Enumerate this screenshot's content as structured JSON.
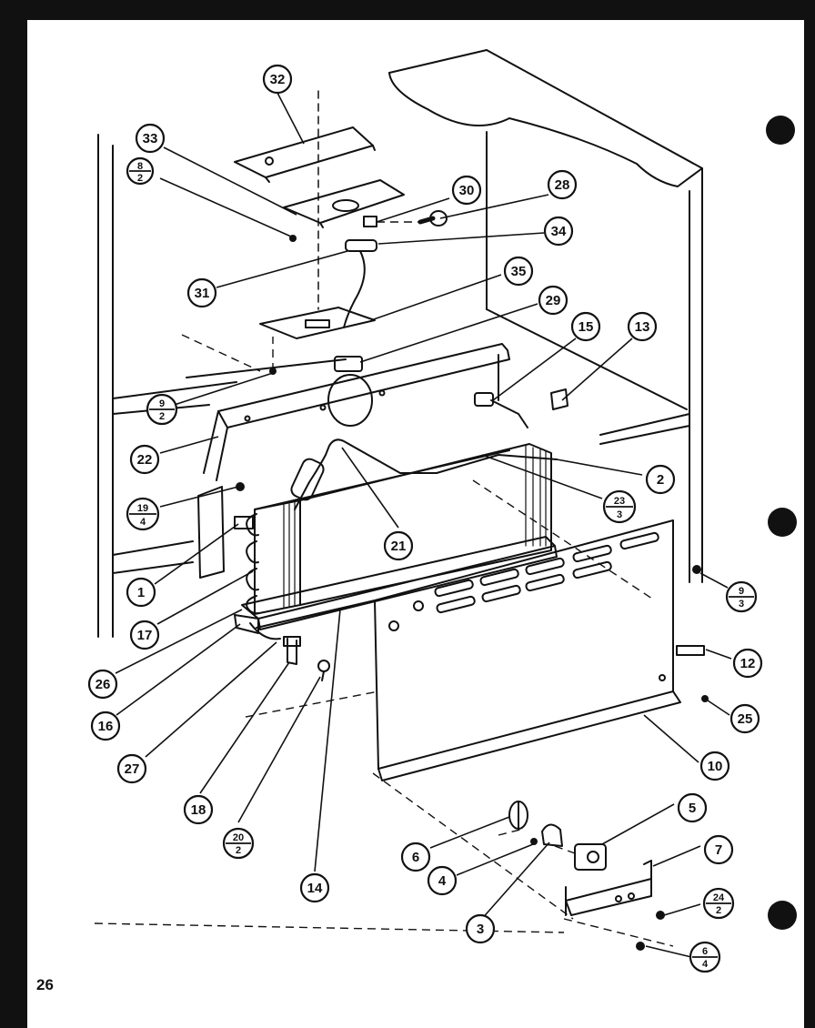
{
  "page": {
    "number": "26"
  },
  "callouts": {
    "p1": "1",
    "p2": "2",
    "p3": "3",
    "p4": "4",
    "p5": "5",
    "p6": "6",
    "p7": "7",
    "p10": "10",
    "p12": "12",
    "p13": "13",
    "p14": "14",
    "p15": "15",
    "p16": "16",
    "p17": "17",
    "p18": "18",
    "p21": "21",
    "p22": "22",
    "p25": "25",
    "p26": "26",
    "p27": "27",
    "p28": "28",
    "p29": "29",
    "p30": "30",
    "p31": "31",
    "p32": "32",
    "p33": "33",
    "p34": "34",
    "p35": "35"
  },
  "fractions": {
    "f8_2": {
      "num": "8",
      "den": "2"
    },
    "f9_2": {
      "num": "9",
      "den": "2"
    },
    "f19_4": {
      "num": "19",
      "den": "4"
    },
    "f23_3": {
      "num": "23",
      "den": "3"
    },
    "f9_3": {
      "num": "9",
      "den": "3"
    },
    "f20_2": {
      "num": "20",
      "den": "2"
    },
    "f24_2": {
      "num": "24",
      "den": "2"
    },
    "f6_4": {
      "num": "6",
      "den": "4"
    }
  }
}
